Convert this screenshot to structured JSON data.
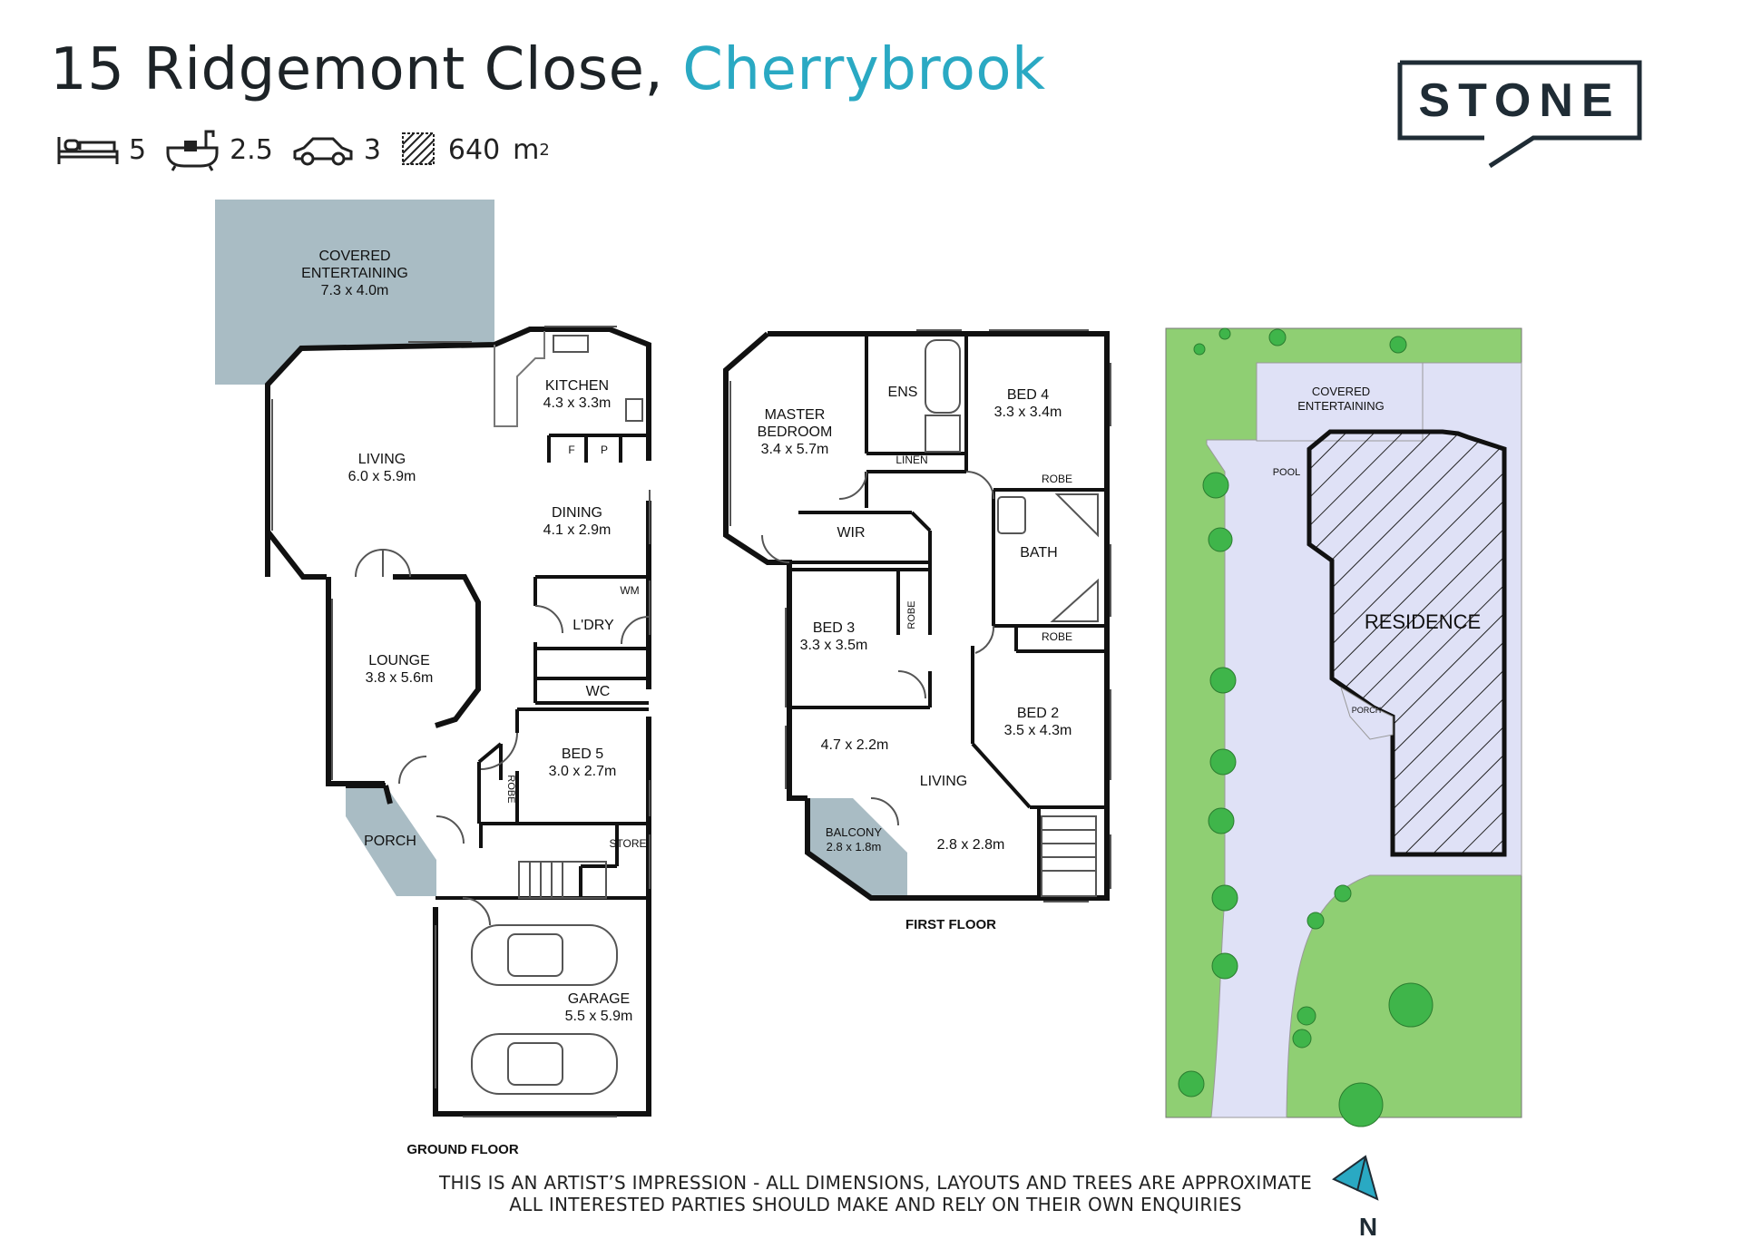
{
  "header": {
    "street": "15 Ridgemont Close,",
    "suburb": "Cherrybrook",
    "features": {
      "bedrooms": "5",
      "bathrooms": "2.5",
      "parking": "3",
      "land_area": "640",
      "land_unit": "m",
      "land_unit_sup": "2"
    }
  },
  "logo": {
    "text": "STONE",
    "color": "#1f2c35"
  },
  "colors": {
    "accent": "#2aa9c3",
    "covered": "#a9bcc4",
    "lawn": "#8fcf73",
    "paving": "#dfe1f6",
    "wall": "#111111"
  },
  "ground_floor": {
    "label": "GROUND FLOOR",
    "rooms": {
      "covered_entertaining": {
        "name1": "COVERED",
        "name2": "ENTERTAINING",
        "size": "7.3 x 4.0m"
      },
      "kitchen": {
        "name": "KITCHEN",
        "size": "4.3 x 3.3m",
        "fridge": "F",
        "pantry": "P"
      },
      "living": {
        "name": "LIVING",
        "size": "6.0 x 5.9m"
      },
      "dining": {
        "name": "DINING",
        "size": "4.1 x 2.9m"
      },
      "laundry": {
        "name": "L'DRY",
        "wm": "WM"
      },
      "lounge": {
        "name": "LOUNGE",
        "size": "3.8 x 5.6m"
      },
      "wc": {
        "name": "WC"
      },
      "bed5": {
        "name": "BED 5",
        "size": "3.0 x 2.7m",
        "robe": "ROBE"
      },
      "porch": {
        "name": "PORCH"
      },
      "store": {
        "name": "STORE"
      },
      "garage": {
        "name": "GARAGE",
        "size": "5.5 x 5.9m"
      }
    }
  },
  "first_floor": {
    "label": "FIRST FLOOR",
    "rooms": {
      "master": {
        "name1": "MASTER",
        "name2": "BEDROOM",
        "size": "3.4 x 5.7m"
      },
      "ens": {
        "name": "ENS"
      },
      "linen": {
        "name": "LINEN"
      },
      "bed4": {
        "name": "BED 4",
        "size": "3.3 x 3.4m",
        "robe": "ROBE"
      },
      "wir": {
        "name": "WIR"
      },
      "bath": {
        "name": "BATH"
      },
      "bed3": {
        "name": "BED 3",
        "size": "3.3 x 3.5m",
        "robe": "ROBE"
      },
      "bed2": {
        "name": "BED 2",
        "size": "3.5 x 4.3m",
        "robe": "ROBE"
      },
      "living_a": {
        "size": "4.7 x 2.2m"
      },
      "living": {
        "name": "LIVING"
      },
      "living_b": {
        "size": "2.8 x 2.8m"
      },
      "balcony": {
        "name": "BALCONY",
        "size": "2.8 x 1.8m"
      }
    }
  },
  "site_plan": {
    "covered_entertaining1": "COVERED",
    "covered_entertaining2": "ENTERTAINING",
    "pool": "POOL",
    "residence": "RESIDENCE",
    "porch": "PORCH"
  },
  "compass": {
    "label": "N"
  },
  "disclaimer": {
    "line1": "THIS IS AN ARTIST’S IMPRESSION - ALL DIMENSIONS, LAYOUTS AND TREES ARE APPROXIMATE",
    "line2": "ALL INTERESTED PARTIES SHOULD MAKE AND RELY ON THEIR OWN ENQUIRIES"
  }
}
